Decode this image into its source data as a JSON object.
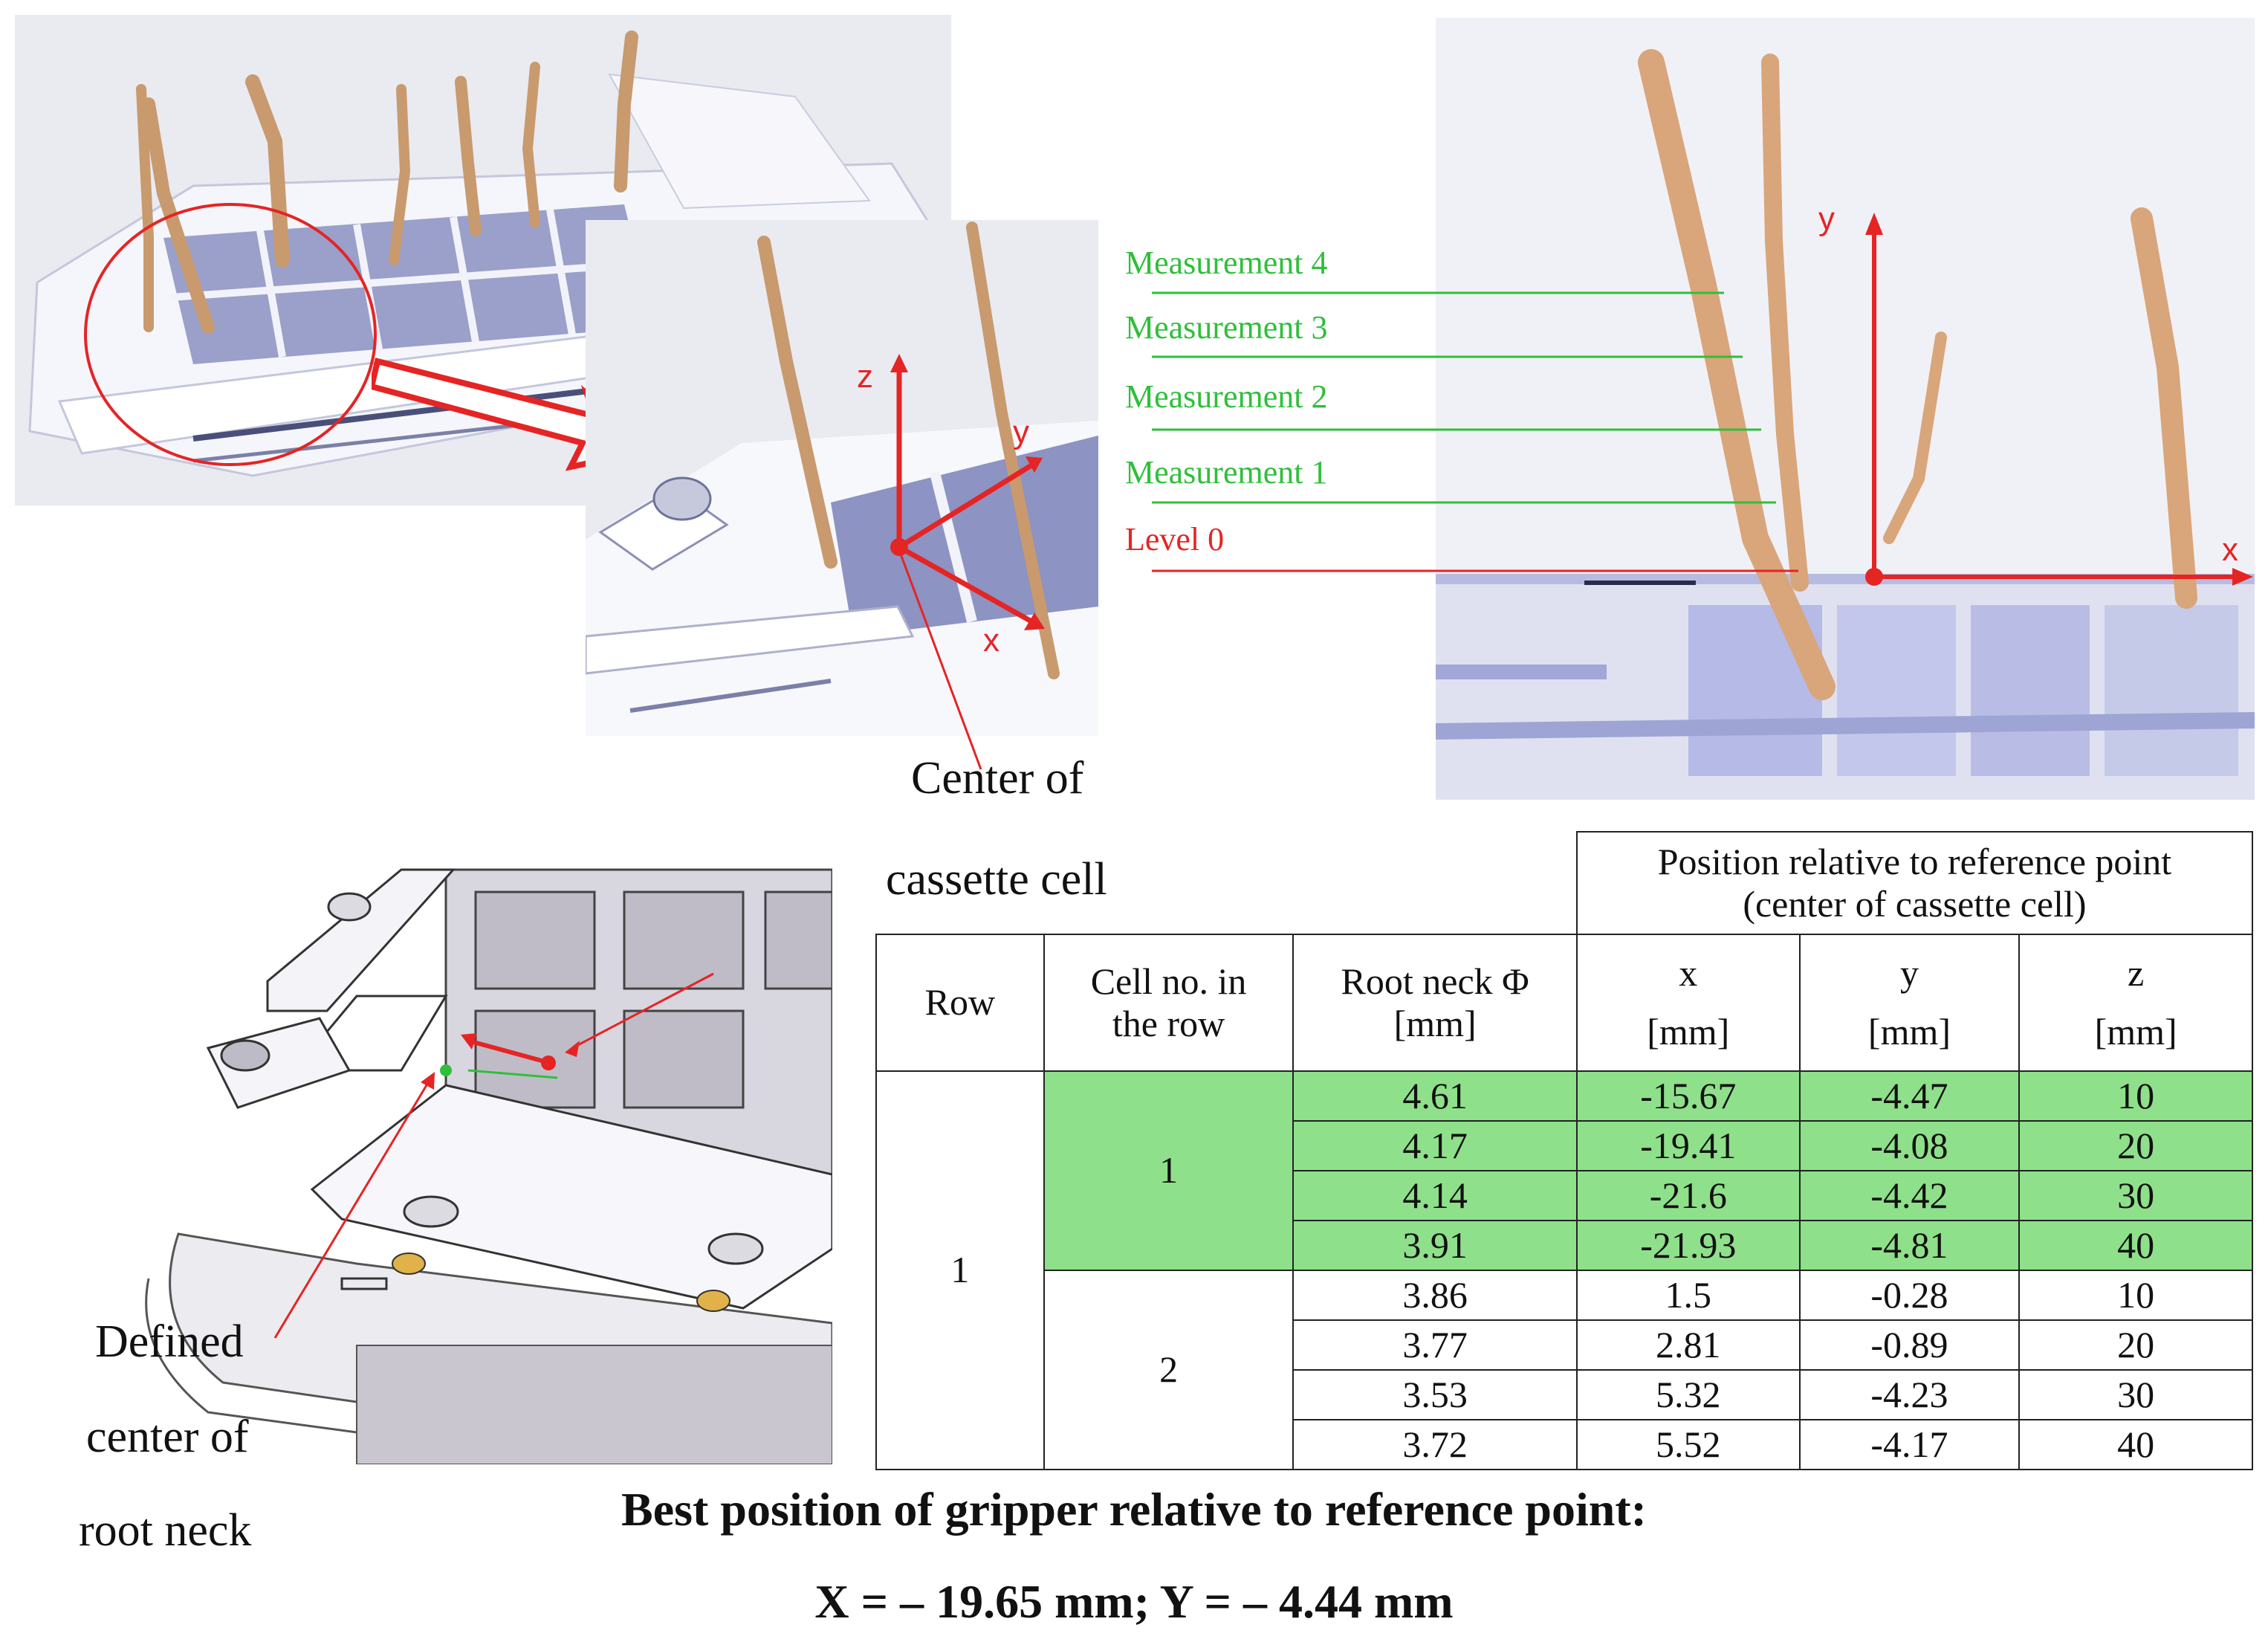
{
  "labels": {
    "center_cell": [
      "Center of",
      "cassette cell"
    ],
    "defined_center": [
      "Defined",
      "center of",
      "root neck"
    ],
    "measurements": [
      "Measurement 4",
      "Measurement 3",
      "Measurement 2",
      "Measurement 1"
    ],
    "level0": "Level 0",
    "axes_zoom": {
      "z": "z",
      "y": "y",
      "x": "x"
    },
    "axes_right": {
      "y": "y",
      "x": "x"
    }
  },
  "table": {
    "group_header": [
      "Position relative to reference point",
      "(center of cassette cell)"
    ],
    "headers": {
      "row": "Row",
      "cell": [
        "Cell no. in",
        "the row"
      ],
      "neck": [
        "Root neck Φ",
        "[mm]"
      ],
      "x": [
        "x",
        "[mm]"
      ],
      "y": [
        "y",
        "[mm]"
      ],
      "z": [
        "z",
        "[mm]"
      ]
    },
    "row_label": "1",
    "cells": [
      {
        "cell": "1",
        "highlight": true,
        "rows": [
          {
            "neck": "4.61",
            "x": "-15.67",
            "y": "-4.47",
            "z": "10"
          },
          {
            "neck": "4.17",
            "x": "-19.41",
            "y": "-4.08",
            "z": "20"
          },
          {
            "neck": "4.14",
            "x": "-21.6",
            "y": "-4.42",
            "z": "30"
          },
          {
            "neck": "3.91",
            "x": "-21.93",
            "y": "-4.81",
            "z": "40"
          }
        ]
      },
      {
        "cell": "2",
        "highlight": false,
        "rows": [
          {
            "neck": "3.86",
            "x": "1.5",
            "y": "-0.28",
            "z": "10"
          },
          {
            "neck": "3.77",
            "x": "2.81",
            "y": "-0.89",
            "z": "20"
          },
          {
            "neck": "3.53",
            "x": "5.32",
            "y": "-4.23",
            "z": "30"
          },
          {
            "neck": "3.72",
            "x": "5.52",
            "y": "-4.17",
            "z": "40"
          }
        ]
      }
    ]
  },
  "result": {
    "line1": "Best position of gripper relative to reference point:",
    "line2": "X = – 19.65 mm; Y = – 4.44 mm"
  },
  "colors": {
    "accent_red": "#e52424",
    "measure_green": "#2fbf3a",
    "highlight": "#8fe08a",
    "stem": "#c99a70",
    "scan": "#b9bde6"
  }
}
